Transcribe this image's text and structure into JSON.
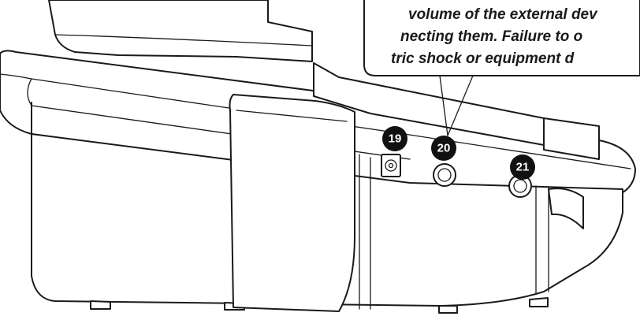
{
  "callout": {
    "lines": [
      "volume of the external dev",
      "necting them. Failure to o",
      "tric shock or equipment d"
    ]
  },
  "labels": {
    "jack_19": "19",
    "jack_20": "20",
    "jack_21": "21"
  }
}
